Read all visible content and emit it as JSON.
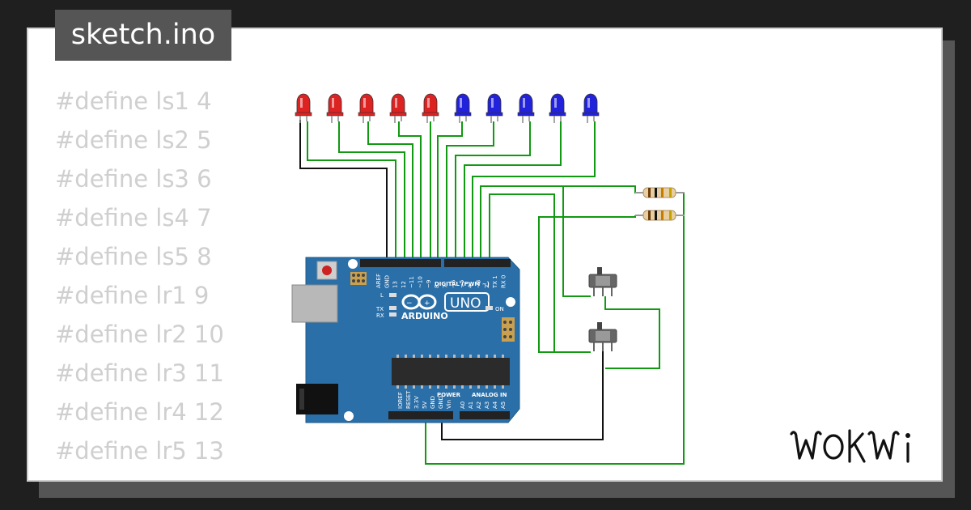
{
  "file_tab": {
    "label": "sketch.ino"
  },
  "code_lines": [
    "#define ls1 4",
    "#define ls2 5",
    "#define ls3 6",
    "#define ls4 7",
    "#define ls5 8",
    "#define lr1 9",
    "#define lr2 10",
    "#define lr3 11",
    "#define lr4 12",
    "#define lr5 13"
  ],
  "board": {
    "model": "UNO",
    "brand": "ARDUINO",
    "header_digital": "DIGITAL (PWM ~)",
    "header_power": "POWER",
    "header_analog": "ANALOG IN",
    "digital_pins": [
      "AREF",
      "GND",
      "13",
      "12",
      "~11",
      "~10",
      "~9",
      "8",
      "7",
      "~6",
      "~5",
      "4",
      "~3",
      "2",
      "TX 1",
      "RX 0"
    ],
    "power_pins": [
      "IOREF",
      "RESET",
      "3.3V",
      "5V",
      "GND",
      "GND",
      "Vin"
    ],
    "analog_pins": [
      "A0",
      "A1",
      "A2",
      "A3",
      "A4",
      "A5"
    ],
    "led_labels": {
      "l": "L",
      "tx": "TX",
      "rx": "RX",
      "on": "ON"
    }
  },
  "leds": [
    {
      "color": "red"
    },
    {
      "color": "red"
    },
    {
      "color": "red"
    },
    {
      "color": "red"
    },
    {
      "color": "red"
    },
    {
      "color": "blue"
    },
    {
      "color": "blue"
    },
    {
      "color": "blue"
    },
    {
      "color": "blue"
    },
    {
      "color": "blue"
    }
  ],
  "resistors": [
    {
      "name": "resistor-1"
    },
    {
      "name": "resistor-2"
    }
  ],
  "switches": [
    {
      "name": "slide-switch-1"
    },
    {
      "name": "slide-switch-2"
    }
  ],
  "brand_logo": "WOKWi",
  "colors": {
    "background": "#1f1f1f",
    "card": "#ffffff",
    "tab": "#555555",
    "code_text": "#cfcfcf",
    "wire_green": "#119911",
    "wire_black": "#111111",
    "board": "#2a6fa8",
    "led_red": "#dd2222",
    "led_blue": "#2222dd"
  }
}
